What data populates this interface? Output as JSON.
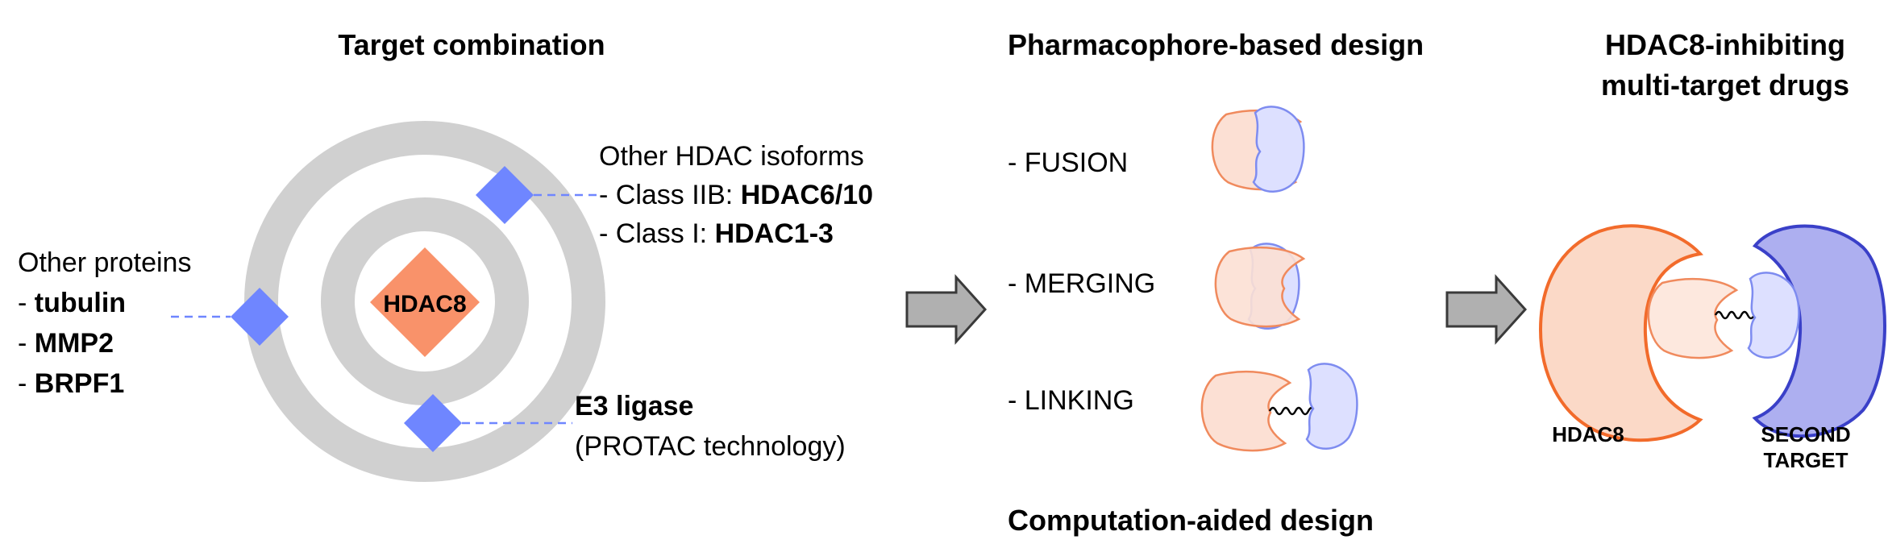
{
  "colors": {
    "hdac8_fill_light": "#fce0d4",
    "hdac8_stroke": "#f08a5d",
    "hdac8_big_fill": "#fbd9c7",
    "hdac8_big_stroke": "#f26b2b",
    "hdac8_core": "#f9926a",
    "target_fill_light": "#dde0ff",
    "target_stroke": "#7e8cf0",
    "target_big_fill": "#adaff0",
    "target_big_stroke": "#3a40c8",
    "diamond": "#6f86ff",
    "ring": "#d0d0d0",
    "arrow": "#b0b0b0"
  },
  "left_panel": {
    "title": "Target combination",
    "core_label": "HDAC8",
    "other_proteins": {
      "heading": "Other proteins",
      "items": [
        {
          "prefix": "- ",
          "name": "tubulin"
        },
        {
          "prefix": "- ",
          "name": "MMP2"
        },
        {
          "prefix": "- ",
          "name": "BRPF1"
        }
      ]
    },
    "other_hdac": {
      "heading": "Other HDAC isoforms",
      "items": [
        {
          "prefix": "- Class IIB: ",
          "name": "HDAC6/10"
        },
        {
          "prefix": "- Class I: ",
          "name": "HDAC1-3"
        }
      ]
    },
    "e3": {
      "heading": "E3 ligase",
      "sub": "(PROTAC technology)"
    }
  },
  "middle_panel": {
    "title": "Pharmacophore-based design",
    "strategies": [
      "- FUSION",
      "- MERGING",
      "- LINKING"
    ],
    "footer": "Computation-aided design"
  },
  "right_panel": {
    "title_line1": "HDAC8-inhibiting",
    "title_line2": "multi-target drugs",
    "label_hdac8": "HDAC8",
    "label_second_line1": "SECOND",
    "label_second_line2": "TARGET"
  }
}
